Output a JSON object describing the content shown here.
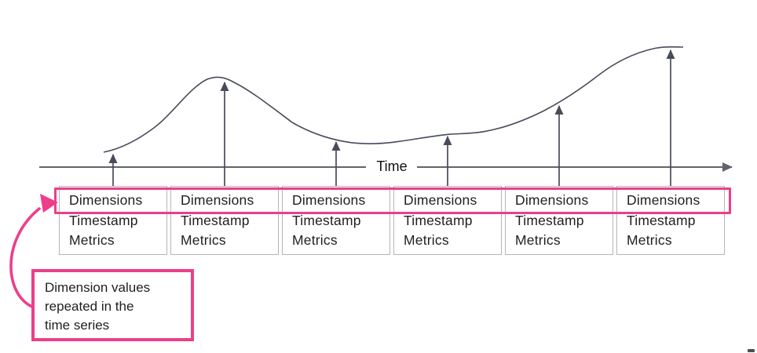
{
  "diagram": {
    "axis": {
      "label": "Time"
    },
    "records": [
      {
        "dimensions": "Dimensions",
        "timestamp": "Timestamp",
        "metrics": "Metrics"
      },
      {
        "dimensions": "Dimensions",
        "timestamp": "Timestamp",
        "metrics": "Metrics"
      },
      {
        "dimensions": "Dimensions",
        "timestamp": "Timestamp",
        "metrics": "Metrics"
      },
      {
        "dimensions": "Dimensions",
        "timestamp": "Timestamp",
        "metrics": "Metrics"
      },
      {
        "dimensions": "Dimensions",
        "timestamp": "Timestamp",
        "metrics": "Metrics"
      },
      {
        "dimensions": "Dimensions",
        "timestamp": "Timestamp",
        "metrics": "Metrics"
      }
    ],
    "callout": {
      "text": "Dimension values repeated in the time series",
      "lines": [
        "Dimension values",
        "repeated in the",
        "time series"
      ]
    },
    "colors": {
      "highlight_pink": "#ec3e8b",
      "curve_stroke": "#484b5a",
      "axis_stroke": "#63636b",
      "box_border": "#b5b5b5",
      "text": "#1f1f1f"
    }
  }
}
